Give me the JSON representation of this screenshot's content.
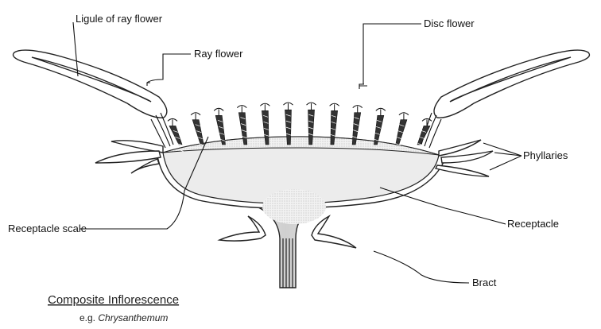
{
  "labels": {
    "ligule": "Ligule of ray flower",
    "ray_flower": "Ray flower",
    "disc_flower": "Disc flower",
    "phyllaries": "Phyllaries",
    "receptacle_scale": "Receptacle scale",
    "receptacle": "Receptacle",
    "bract": "Bract"
  },
  "caption": {
    "title": "Composite Inflorescence",
    "example_prefix": "e.g. ",
    "example_species": "Chrysanthemum"
  },
  "colors": {
    "outline": "#222222",
    "receptacle_fill": "#eeeeee",
    "florets": "#333333"
  }
}
